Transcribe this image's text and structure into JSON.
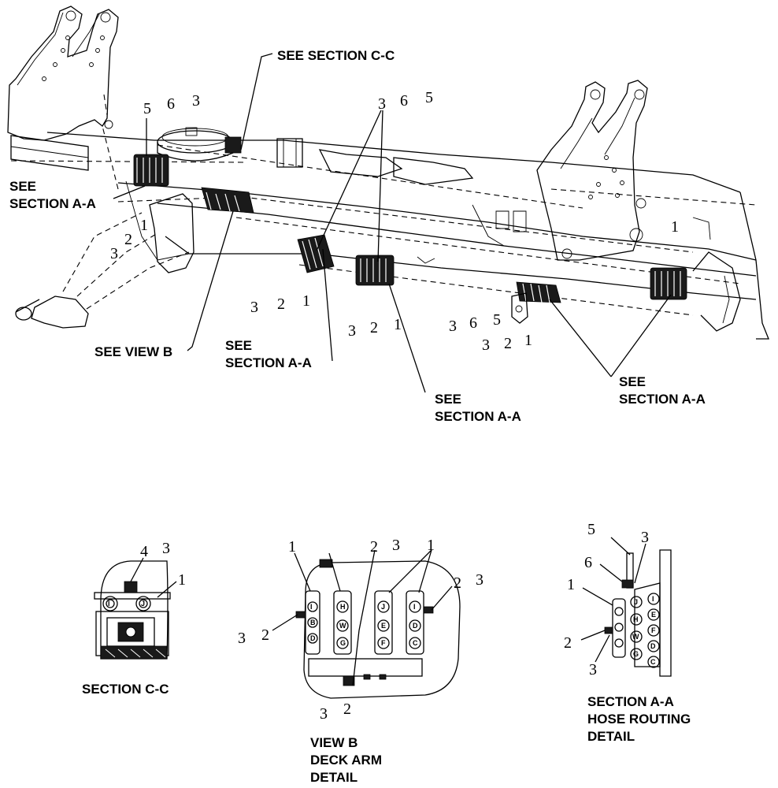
{
  "main_view": {
    "callouts": {
      "see_section_cc": "SEE SECTION C-C",
      "see_section_aa_left_1": "SEE",
      "see_section_aa_left_2": "SECTION A-A",
      "see_view_b": "SEE VIEW B",
      "see_section_aa_mid_1": "SEE",
      "see_section_aa_mid_2": "SECTION A-A",
      "see_section_aa_center_1": "SEE",
      "see_section_aa_center_2": "SECTION A-A",
      "see_section_aa_right_1": "SEE",
      "see_section_aa_right_2": "SECTION A-A"
    },
    "item_numbers": [
      "5",
      "6",
      "3",
      "3",
      "6",
      "5",
      "1",
      "2",
      "3",
      "3",
      "2",
      "1",
      "3",
      "2",
      "1",
      "3",
      "6",
      "5",
      "3",
      "2",
      "1",
      "1"
    ]
  },
  "section_cc": {
    "title": "SECTION C-C",
    "item_numbers": [
      "4",
      "3",
      "1"
    ],
    "hose_letters": [
      "I",
      "J"
    ]
  },
  "view_b": {
    "title_line1": "VIEW B",
    "title_line2": "DECK ARM",
    "title_line3": "DETAIL",
    "item_numbers": [
      "1",
      "2",
      "3",
      "1",
      "2",
      "3",
      "3",
      "2",
      "3",
      "2"
    ],
    "hose_letters": [
      "I",
      "B",
      "D",
      "H",
      "W",
      "G",
      "J",
      "E",
      "F",
      "I",
      "D",
      "C"
    ]
  },
  "section_aa": {
    "title_line1": "SECTION A-A",
    "title_line2": "HOSE ROUTING",
    "title_line3": "DETAIL",
    "item_numbers": [
      "5",
      "3",
      "6",
      "1",
      "2",
      "3"
    ],
    "hose_letters": [
      "J",
      "H",
      "W",
      "G",
      "I",
      "E",
      "F",
      "D",
      "C"
    ]
  }
}
